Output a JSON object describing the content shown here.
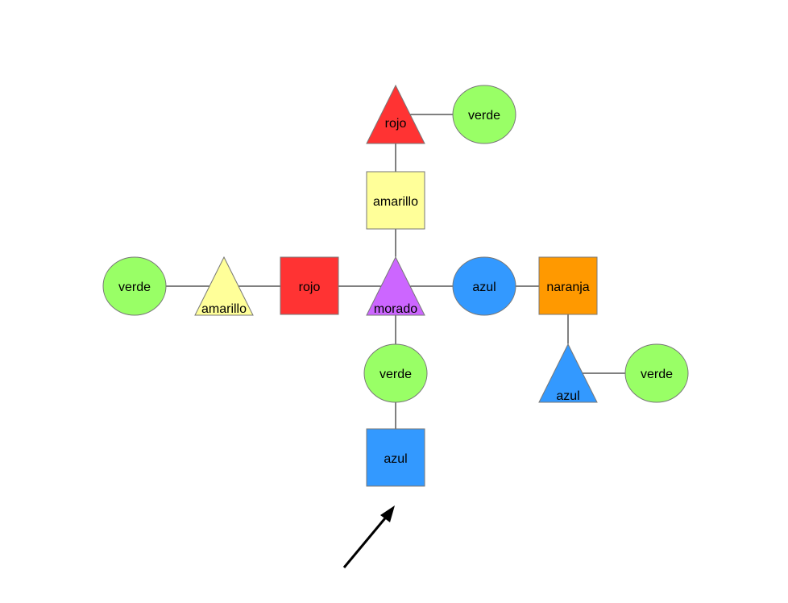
{
  "colors": {
    "verde": "#99ff66",
    "amarillo": "#ffff99",
    "rojo": "#ff3333",
    "morado": "#cc66ff",
    "azul": "#3399ff",
    "naranja": "#ff9900",
    "stroke": "#777777"
  },
  "nodes": [
    {
      "id": "n1",
      "shape": "triangle",
      "color": "rojo",
      "label": "rojo"
    },
    {
      "id": "n2",
      "shape": "circle",
      "color": "verde",
      "label": "verde"
    },
    {
      "id": "n3",
      "shape": "square",
      "color": "amarillo",
      "label": "amarillo"
    },
    {
      "id": "n4",
      "shape": "circle",
      "color": "verde",
      "label": "verde"
    },
    {
      "id": "n5",
      "shape": "triangle",
      "color": "amarillo",
      "label": "amarillo"
    },
    {
      "id": "n6",
      "shape": "square",
      "color": "rojo",
      "label": "rojo"
    },
    {
      "id": "n7",
      "shape": "triangle",
      "color": "morado",
      "label": "morado"
    },
    {
      "id": "n8",
      "shape": "circle",
      "color": "azul",
      "label": "azul"
    },
    {
      "id": "n9",
      "shape": "square",
      "color": "naranja",
      "label": "naranja"
    },
    {
      "id": "n10",
      "shape": "triangle",
      "color": "azul",
      "label": "azul"
    },
    {
      "id": "n11",
      "shape": "circle",
      "color": "verde",
      "label": "verde"
    },
    {
      "id": "n12",
      "shape": "circle",
      "color": "verde",
      "label": "verde"
    },
    {
      "id": "n13",
      "shape": "square",
      "color": "azul",
      "label": "azul"
    }
  ],
  "edges": [
    [
      "n1",
      "n2"
    ],
    [
      "n1",
      "n3"
    ],
    [
      "n3",
      "n7"
    ],
    [
      "n4",
      "n5"
    ],
    [
      "n5",
      "n6"
    ],
    [
      "n6",
      "n7"
    ],
    [
      "n7",
      "n8"
    ],
    [
      "n8",
      "n9"
    ],
    [
      "n9",
      "n10"
    ],
    [
      "n10",
      "n11"
    ],
    [
      "n7",
      "n12"
    ],
    [
      "n12",
      "n13"
    ]
  ]
}
